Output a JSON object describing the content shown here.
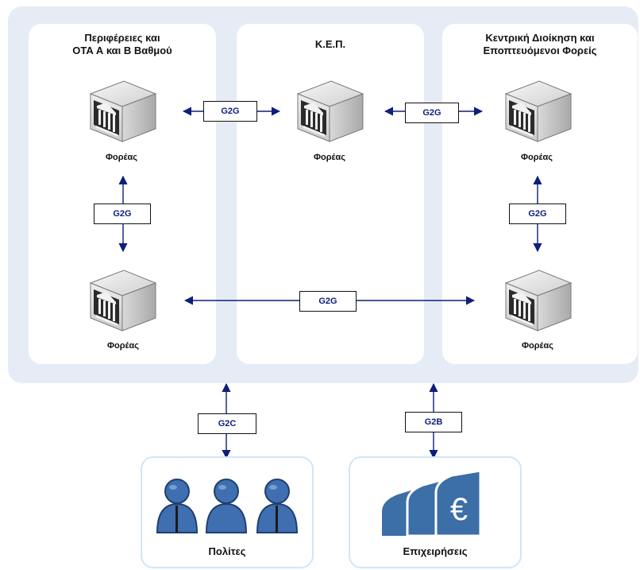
{
  "panels": {
    "left_title": "Περιφέρειες και\nΟΤΑ Α και Β Βαθμού",
    "mid_title": "Κ.Ε.Π.",
    "right_title": "Κεντρική Διοίκηση και\nΕποπτευόμενοι Φορείς"
  },
  "nodes": {
    "left_top": "Φορέας",
    "mid_top": "Φορέας",
    "right_top": "Φορέας",
    "left_bottom": "Φορέας",
    "right_bottom": "Φορέας"
  },
  "links": {
    "left_mid": "G2G",
    "mid_right": "G2G",
    "left_vertical": "G2G",
    "right_vertical": "G2G",
    "bottom_horizontal": "G2G",
    "citizens": "G2C",
    "business": "G2B"
  },
  "bottom": {
    "citizens": "Πολίτες",
    "business": "Επιχειρήσεις"
  },
  "colors": {
    "outer": "#e6ecf6",
    "arrow": "#0d1f7a",
    "person": "#3f6fb0",
    "building": "#3c6ea8"
  },
  "icons": {
    "server": "institution-server-icon",
    "person": "person-icon",
    "business": "euro-buildings-icon"
  }
}
